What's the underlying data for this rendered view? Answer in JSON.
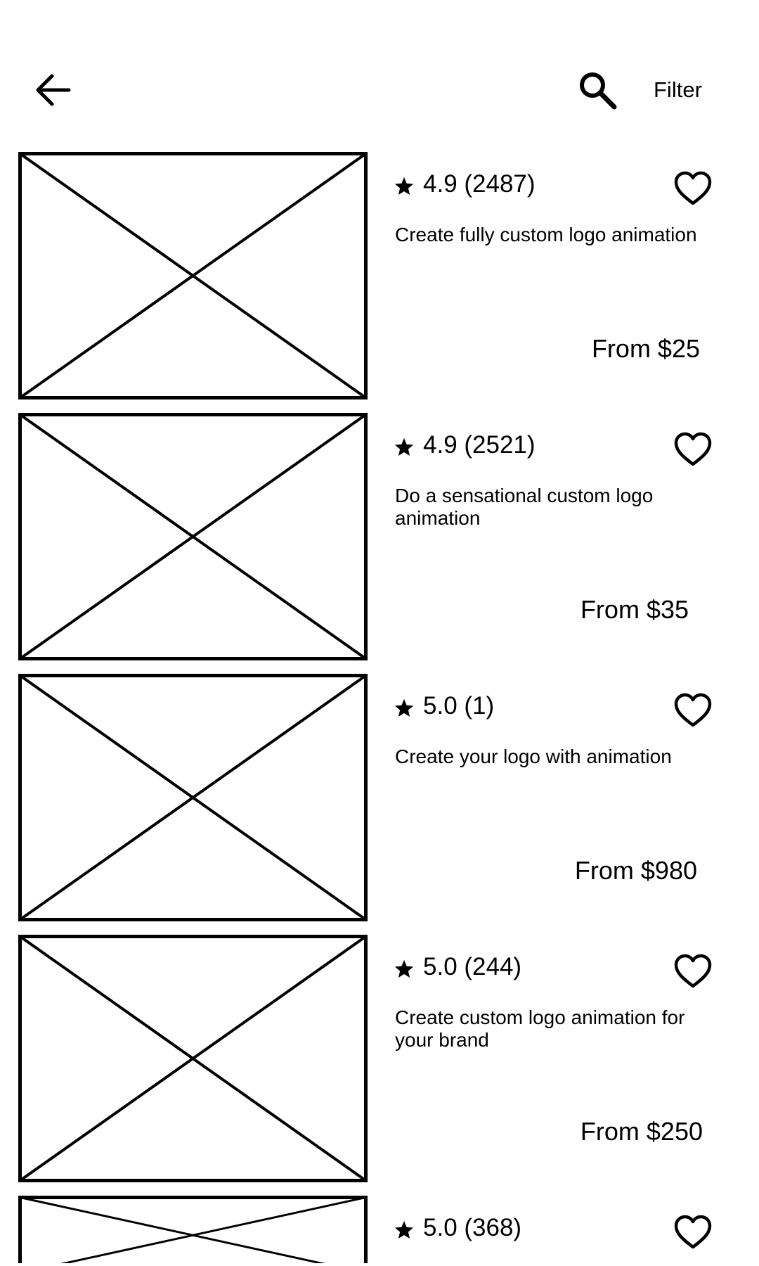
{
  "header": {
    "back_icon": "arrow-left-icon",
    "search_icon": "search-icon",
    "filter_label": "Filter"
  },
  "listings": [
    {
      "rating": "4.9 (2487)",
      "title": "Create fully custom logo animation",
      "price": "From $25"
    },
    {
      "rating": "4.9 (2521)",
      "title": "Do a sensational custom logo animation",
      "price": "From $35"
    },
    {
      "rating": "5.0 (1)",
      "title": "Create your logo with animation",
      "price": "From $980"
    },
    {
      "rating": "5.0 (244)",
      "title": "Create custom logo animation for your brand",
      "price": "From $250"
    },
    {
      "rating": "5.0 (368)",
      "title": "",
      "price": ""
    }
  ],
  "icons": {
    "rating": "star-icon",
    "favorite": "heart-icon",
    "thumbnail": "image-placeholder"
  }
}
